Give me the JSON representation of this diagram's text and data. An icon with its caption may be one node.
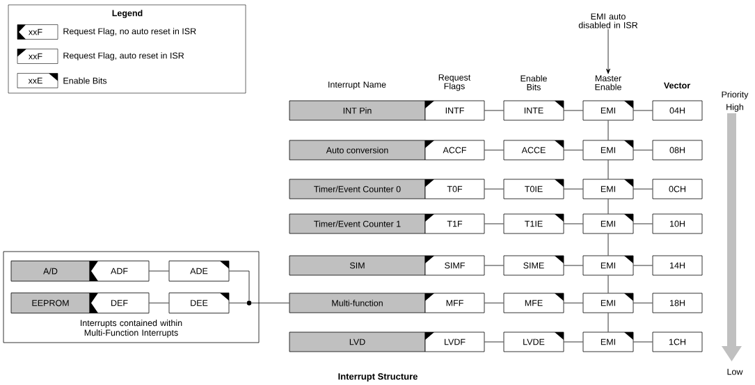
{
  "diagram": {
    "caption": "Interrupt Structure",
    "nodes": [
      {
        "text": [
          "EMI auto disabled in ISR"
        ]
      },
      {
        "text": [
          "INT Pin"
        ]
      },
      {
        "text": [
          "INTF"
        ]
      },
      {
        "text": [
          "INTE"
        ]
      },
      {
        "text": [
          "EMI"
        ]
      },
      {
        "text": [
          "04H"
        ]
      },
      {
        "text": [
          "Auto conversion"
        ]
      },
      {
        "text": [
          "ACCF"
        ]
      },
      {
        "text": [
          "ACCE"
        ]
      },
      {
        "text": [
          "EMI"
        ]
      },
      {
        "text": [
          "08H"
        ]
      },
      {
        "text": [
          "Timer/Event Counter 0"
        ]
      },
      {
        "text": [
          "T0F"
        ]
      },
      {
        "text": [
          "T0IE"
        ]
      },
      {
        "text": [
          "EMI"
        ]
      },
      {
        "text": [
          "0CH"
        ]
      },
      {
        "text": [
          "Timer/Event Counter 1"
        ]
      },
      {
        "text": [
          "T1F"
        ]
      },
      {
        "text": [
          "T1IE"
        ]
      },
      {
        "text": [
          "EMI"
        ]
      },
      {
        "text": [
          "10H"
        ]
      },
      {
        "text": [
          "SIM"
        ]
      },
      {
        "text": [
          "SIMF"
        ]
      },
      {
        "text": [
          "SIME"
        ]
      },
      {
        "text": [
          "EMI"
        ]
      },
      {
        "text": [
          "14H"
        ]
      },
      {
        "text": [
          "Multi-function"
        ]
      },
      {
        "text": [
          "MFF"
        ]
      },
      {
        "text": [
          "MFE"
        ]
      },
      {
        "text": [
          "EMI"
        ]
      },
      {
        "text": [
          "18H"
        ]
      },
      {
        "text": [
          "LVD"
        ]
      },
      {
        "text": [
          "LVDF"
        ]
      },
      {
        "text": [
          "LVDE"
        ]
      },
      {
        "text": [
          "EMI"
        ]
      },
      {
        "text": [
          "1CH"
        ]
      },
      {
        "text": [
          "Interrupts contained within Multi-Function Interrupts"
        ]
      },
      {
        "text": [
          "A/D"
        ],
        "in": 36
      },
      {
        "text": [
          "ADF"
        ],
        "in": 36
      },
      {
        "text": [
          "ADE"
        ],
        "in": 36
      },
      {
        "text": [
          "EEPROM"
        ],
        "in": 36
      },
      {
        "text": [
          "DEF"
        ],
        "in": 36
      },
      {
        "text": [
          "DEE"
        ],
        "in": 36
      },
      {
        "text": [],
        "shape": "circle",
        "in": 36
      },
      {
        "text": [
          "Master Enable"
        ]
      }
    ],
    "edges": [
      {
        "from": 0,
        "to": 44,
        "arrow": "to"
      },
      {
        "from": 2,
        "to": 3,
        "arrow": "none"
      },
      {
        "from": 3,
        "to": 4,
        "arrow": "none"
      },
      {
        "from": 4,
        "to": 5,
        "arrow": "none"
      },
      {
        "from": 7,
        "to": 8,
        "arrow": "none"
      },
      {
        "from": 8,
        "to": 9,
        "arrow": "none"
      },
      {
        "from": 9,
        "to": 10,
        "arrow": "none"
      },
      {
        "from": 12,
        "to": 13,
        "arrow": "none"
      },
      {
        "from": 13,
        "to": 14,
        "arrow": "none"
      },
      {
        "from": 14,
        "to": 15,
        "arrow": "none"
      },
      {
        "from": 17,
        "to": 18,
        "arrow": "none"
      },
      {
        "from": 18,
        "to": 19,
        "arrow": "none"
      },
      {
        "from": 19,
        "to": 20,
        "arrow": "none"
      },
      {
        "from": 22,
        "to": 23,
        "arrow": "none"
      },
      {
        "from": 23,
        "to": 24,
        "arrow": "none"
      },
      {
        "from": 24,
        "to": 25,
        "arrow": "none"
      },
      {
        "from": 27,
        "to": 28,
        "arrow": "none"
      },
      {
        "from": 28,
        "to": 29,
        "arrow": "none"
      },
      {
        "from": 29,
        "to": 30,
        "arrow": "none"
      },
      {
        "from": 32,
        "to": 33,
        "arrow": "none"
      },
      {
        "from": 33,
        "to": 34,
        "arrow": "none"
      },
      {
        "from": 34,
        "to": 35,
        "arrow": "none"
      },
      {
        "from": 4,
        "to": 9,
        "arrow": "none"
      },
      {
        "from": 9,
        "to": 14,
        "arrow": "none"
      },
      {
        "from": 14,
        "to": 19,
        "arrow": "none"
      },
      {
        "from": 19,
        "to": 24,
        "arrow": "none"
      },
      {
        "from": 24,
        "to": 29,
        "arrow": "none"
      },
      {
        "from": 29,
        "to": 34,
        "arrow": "none"
      },
      {
        "from": 38,
        "to": 39,
        "arrow": "none"
      },
      {
        "from": 41,
        "to": 42,
        "arrow": "none"
      },
      {
        "from": 39,
        "to": 43,
        "arrow": "none"
      },
      {
        "from": 42,
        "to": 43,
        "arrow": "none"
      },
      {
        "from": 43,
        "to": 26,
        "arrow": "none"
      }
    ],
    "labels": [
      "Legend",
      "xxF",
      "xxF",
      "xxE",
      "Interrupt Name",
      "Request Flags",
      "Enable Bits",
      "Vector",
      "Priority",
      "High",
      "Low"
    ],
    "legend": [
      {
        "text": "Request Flag, no auto reset in ISR"
      },
      {
        "text": "Request Flag, auto reset in ISR"
      },
      {
        "text": "Enable Bits"
      }
    ]
  }
}
